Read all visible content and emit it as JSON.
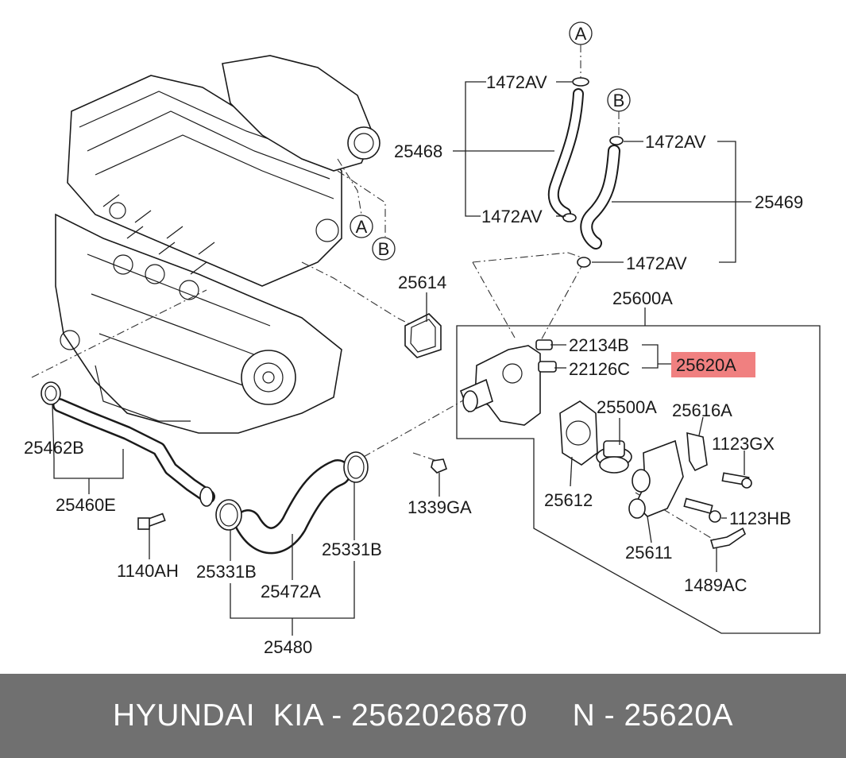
{
  "labels": {
    "callout_a": "A",
    "callout_b": "B",
    "p1472av_1": "1472AV",
    "p1472av_2": "1472AV",
    "p1472av_3": "1472AV",
    "p1472av_4": "1472AV",
    "p25468": "25468",
    "p25469": "25469",
    "p25614": "25614",
    "p25600a": "25600A",
    "p22134b": "22134B",
    "p22126c": "22126C",
    "p25620a": "25620A",
    "p25500a": "25500A",
    "p25616a": "25616A",
    "p1123gx": "1123GX",
    "p25612": "25612",
    "p1123hb": "1123HB",
    "p25611": "25611",
    "p1489ac": "1489AC",
    "p25462b": "25462B",
    "p25460e": "25460E",
    "p1140ah": "1140AH",
    "p25331b_left": "25331B",
    "p25331b_right": "25331B",
    "p25472a": "25472A",
    "p25480": "25480",
    "p1339ga": "1339GA"
  },
  "highlight_color": "#f08080",
  "footer": {
    "text": "HYUNDAI  KIA - 2562026870     N - 25620A"
  }
}
